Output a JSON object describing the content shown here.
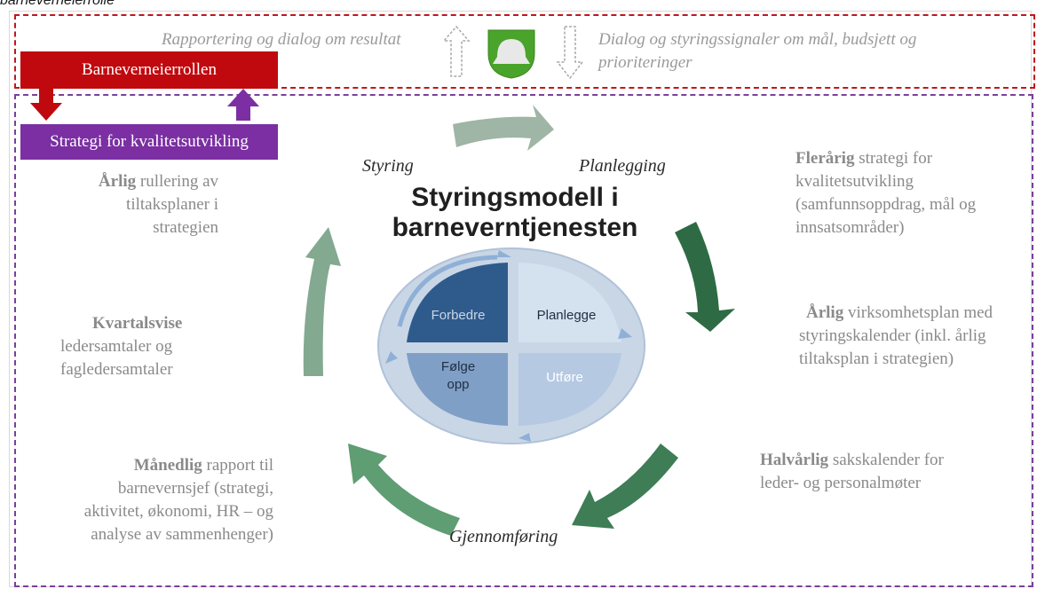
{
  "caption": "barneverneierrolle",
  "top": {
    "left_text": "Rapportering og dialog om resultat",
    "right_text_1": "Dialog og styringssignaler om mål, budsjett og",
    "right_text_2": "prioriteringer"
  },
  "bars": {
    "red": "Barneverneierrollen",
    "purple": "Strategi for kvalitetsutvikling"
  },
  "center_title": {
    "line1": "Styringsmodell i",
    "line2": "barneverntjenesten"
  },
  "phases": {
    "styring": "Styring",
    "planlegging": "Planlegging",
    "gjennomforing": "Gjennomføring"
  },
  "quadrants": {
    "forbedre": "Forbedre",
    "planlegge": "Planlegge",
    "folge_1": "Følge",
    "folge_2": "opp",
    "utfore": "Utføre"
  },
  "left_items": [
    {
      "bold": "Årlig",
      "rest": " rullering av",
      "line2": "tiltaksplaner i",
      "line3": "strategien"
    },
    {
      "bold": "Kvartalsvise",
      "line2": "ledersamtaler og",
      "line3": "fagledersamtaler"
    },
    {
      "bold": "Månedlig",
      "rest": " rapport til",
      "line2": "barnevernsjef (strategi,",
      "line3": "aktivitet, økonomi, HR – og",
      "line4": "analyse av sammenhenger)"
    }
  ],
  "right_items": [
    {
      "bold": "Flerårig",
      "rest": " strategi for",
      "line2": "kvalitetsutvikling",
      "line3": "(samfunnsoppdrag, mål og",
      "line4": "innsatsområder)"
    },
    {
      "bold": "Årlig",
      "rest": " virksomhetsplan med",
      "line2": "styringskalender (inkl. årlig",
      "line3": "tiltaksplan i strategien)"
    },
    {
      "bold": "Halvårlig",
      "rest": " sakskalender for",
      "line2": "leder- og personalmøter"
    }
  ],
  "colors": {
    "red": "#c0090e",
    "purple": "#7b2fa3",
    "arrow_light": "#9fb5a5",
    "arrow_mid": "#5f9d73",
    "arrow_dark": "#2e6b44",
    "quad_dark": "#2f5b8c",
    "quad_light": "#c5d5e8",
    "quad_mid": "#7f9fc6",
    "quad_pale": "#b5c9e2"
  }
}
